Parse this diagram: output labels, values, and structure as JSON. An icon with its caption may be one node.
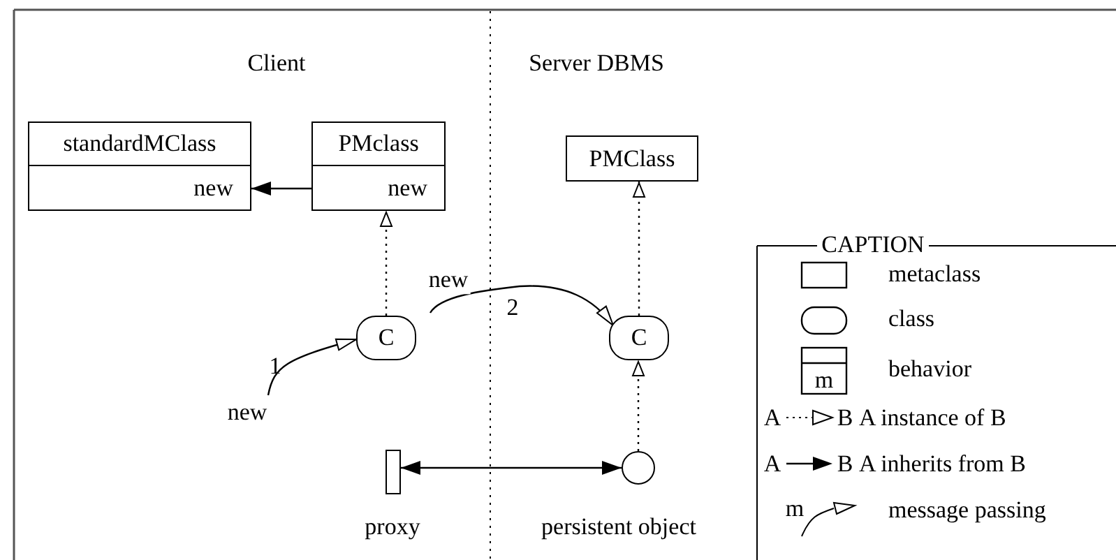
{
  "diagram": {
    "nodes": [
      {
        "text": [
          "standardMClass",
          "new"
        ]
      },
      {
        "text": [
          "PMclass",
          "new"
        ]
      },
      {
        "text": [
          "C"
        ]
      },
      {
        "text": [
          "PMClass"
        ]
      },
      {
        "text": [
          "C"
        ]
      },
      {
        "text": [],
        "shape": "bar",
        "beside": [
          "proxy"
        ]
      },
      {
        "text": [],
        "shape": "circle",
        "beside": [
          "persistent object"
        ]
      }
    ],
    "edges": [
      {
        "from": 1,
        "to": 0,
        "arrow": "to"
      },
      {
        "from": 2,
        "to": 1,
        "arrow": "to",
        "style": "dashed"
      },
      {
        "from": 4,
        "to": 3,
        "arrow": "to",
        "style": "dashed"
      },
      {
        "from": 6,
        "to": 4,
        "arrow": "to",
        "style": "dashed"
      },
      {
        "from": 5,
        "to": 6,
        "arrow": "both"
      },
      {
        "from": null,
        "to": 2,
        "arrow": "to",
        "label": "new"
      },
      {
        "from": 2,
        "to": 4,
        "arrow": "to",
        "label": "new"
      }
    ],
    "labels": [
      "Client",
      "Server DBMS",
      "1",
      "2",
      "CAPTION",
      "m",
      "A",
      "B",
      "A",
      "B",
      "m"
    ],
    "legend": [
      {
        "text": "metaclass"
      },
      {
        "text": "class"
      },
      {
        "text": "behavior"
      },
      {
        "text": "A instance of B"
      },
      {
        "text": "A inherits from B"
      },
      {
        "text": "message passing"
      }
    ]
  }
}
